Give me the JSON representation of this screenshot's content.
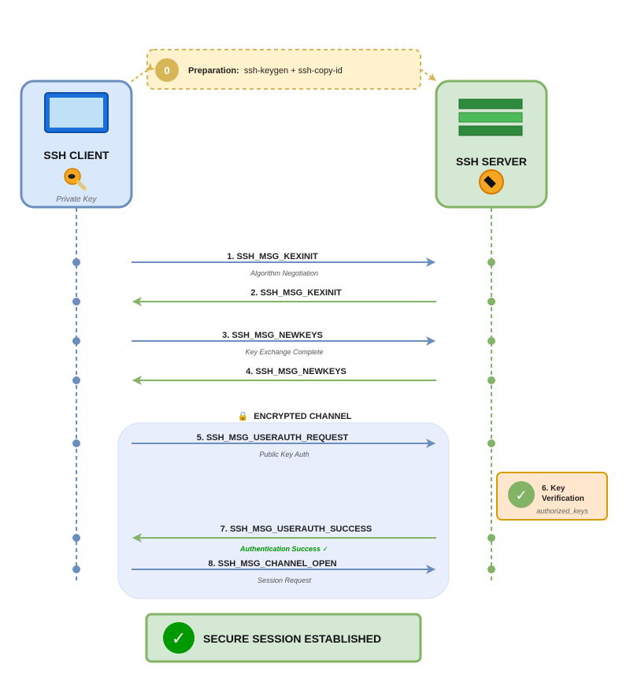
{
  "colors": {
    "client": "#6c8ebf",
    "client_fill": "#dae8fc",
    "server": "#82b366",
    "server_fill": "#d5e8d4",
    "prep": "#d6b656",
    "prep_fill": "#fff2cc",
    "verify": "#d79b00",
    "verify_fill": "#ffe6cc",
    "success": "#009900",
    "encrypted_fill": "#e8eefb"
  },
  "preparation": {
    "step": "0",
    "title": "Preparation:",
    "text": "ssh-keygen + ssh-copy-id"
  },
  "client": {
    "title": "SSH CLIENT",
    "key_label": "Private Key",
    "icons": [
      "monitor-icon",
      "key-icon"
    ]
  },
  "server": {
    "title": "SSH SERVER",
    "icons": [
      "server-rack-icon",
      "lock-badge-icon"
    ]
  },
  "encrypted_channel": {
    "icon": "🔒",
    "label": "ENCRYPTED CHANNEL"
  },
  "messages": [
    {
      "label": "1. SSH_MSG_KEXINIT",
      "sublabel": "Algorithm Negotiation",
      "direction": "to-server"
    },
    {
      "label": "2. SSH_MSG_KEXINIT",
      "sublabel": "",
      "direction": "to-client"
    },
    {
      "label": "3. SSH_MSG_NEWKEYS",
      "sublabel": "Key Exchange Complete",
      "direction": "to-server"
    },
    {
      "label": "4. SSH_MSG_NEWKEYS",
      "sublabel": "",
      "direction": "to-client"
    },
    {
      "label": "5. SSH_MSG_USERAUTH_REQUEST",
      "sublabel": "Public Key Auth",
      "direction": "to-server"
    },
    {
      "label": "7. SSH_MSG_USERAUTH_SUCCESS",
      "sublabel": "Authentication Success ✓",
      "direction": "to-client"
    },
    {
      "label": "8. SSH_MSG_CHANNEL_OPEN",
      "sublabel": "Session Request",
      "direction": "to-server"
    }
  ],
  "verification": {
    "icon": "✓",
    "title_line1": "6. Key",
    "title_line2": "Verification",
    "sublabel": "authorized_keys"
  },
  "result": {
    "icon": "✓",
    "text": "SECURE SESSION ESTABLISHED"
  }
}
